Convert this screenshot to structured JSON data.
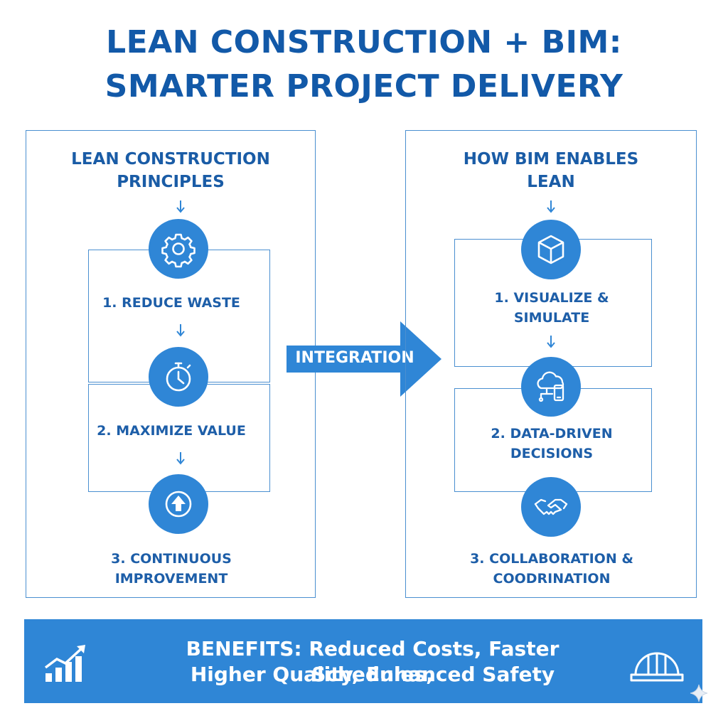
{
  "title": {
    "line1": "LEAN CONSTRUCTION + BIM:",
    "line2": "SMARTER PROJECT DELIVERY"
  },
  "left_panel": {
    "title_line1": "LEAN CONSTRUCTION",
    "title_line2": "PRINCIPLES",
    "steps": [
      {
        "label_line1": "1. REDUCE WASTE",
        "label_line2": "",
        "icon": "gear-icon"
      },
      {
        "label_line1": "2. MAXIMIZE VALUE",
        "label_line2": "",
        "icon": "stopwatch-icon"
      },
      {
        "label_line1": "3. CONTINUOUS",
        "label_line2": "IMPROVEMENT",
        "icon": "up-arrow-icon"
      }
    ]
  },
  "integration_label": "INTEGRATION",
  "right_panel": {
    "title_line1": "HOW BIM ENABLES",
    "title_line2": "LEAN",
    "steps": [
      {
        "label_line1": "1. VISUALIZE &",
        "label_line2": "SIMULATE",
        "icon": "cube-icon"
      },
      {
        "label_line1": "2. DATA-DRIVEN",
        "label_line2": "DECISIONS",
        "icon": "cloud-devices-icon"
      },
      {
        "label_line1": "3. COLLABORATION &",
        "label_line2": "COODRINATION",
        "icon": "handshake-icon"
      }
    ]
  },
  "benefits": {
    "line1": "BENEFITS: Reduced Costs, Faster Schedules,",
    "line2": "Higher Quality, Enhanced Safety",
    "icons": [
      "growth-chart-icon",
      "hard-hat-icon"
    ]
  },
  "colors": {
    "primary": "#2f86d6",
    "title": "#1259a8",
    "outline": "#4a8fd0",
    "background": "#ffffff"
  }
}
